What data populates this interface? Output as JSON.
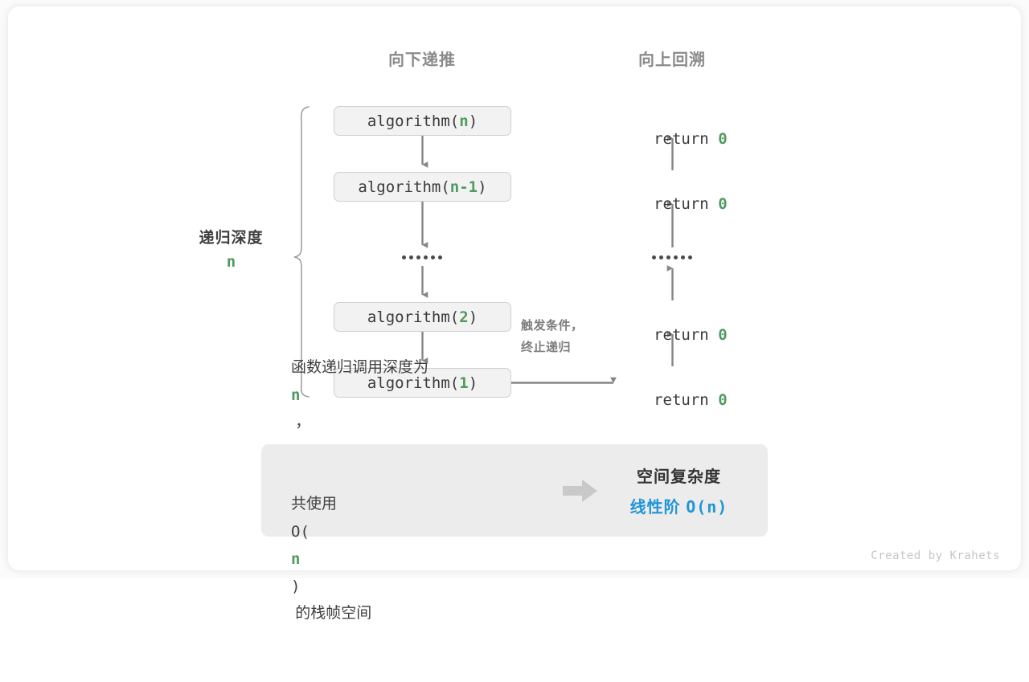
{
  "diagram": {
    "headers": {
      "down": "向下递推",
      "up": "向上回溯"
    },
    "calls": [
      {
        "prefix": "algorithm(",
        "arg": "n",
        "suffix": ")"
      },
      {
        "prefix": "algorithm(",
        "arg": "n-1",
        "suffix": ")"
      },
      {
        "prefix": "algorithm(",
        "arg": "2",
        "suffix": ")"
      },
      {
        "prefix": "algorithm(",
        "arg": "1",
        "suffix": ")"
      }
    ],
    "returns": [
      {
        "keyword": "return ",
        "value": "0"
      },
      {
        "keyword": "return ",
        "value": "0"
      },
      {
        "keyword": "return ",
        "value": "0"
      },
      {
        "keyword": "return ",
        "value": "0"
      }
    ],
    "ellipsis_dot_count": 6,
    "depth": {
      "title": "递归深度",
      "value": "n"
    },
    "trigger_note": {
      "line1": "触发条件，",
      "line2": "终止递归"
    }
  },
  "summary": {
    "line1_a": "函数递归调用深度为 ",
    "line1_n": "n",
    "line1_b": " ，",
    "line2_a": "共使用 ",
    "line2_o": "O(",
    "line2_n": "n",
    "line2_c": ")",
    "line2_b": " 的栈帧空间",
    "arrow": "right-arrow-icon",
    "result_title": "空间复杂度",
    "result_label": "线性阶 ",
    "result_value": "O(n)"
  },
  "credit": "Created by Krahets",
  "colors": {
    "accent_green": "#4f9a5e",
    "accent_blue": "#2196d6",
    "box_fill": "#f2f2f2",
    "box_border": "#cfcfcf",
    "panel_fill": "#ececec",
    "arrow_gray": "#868686",
    "header_gray": "#8a8a8a"
  }
}
